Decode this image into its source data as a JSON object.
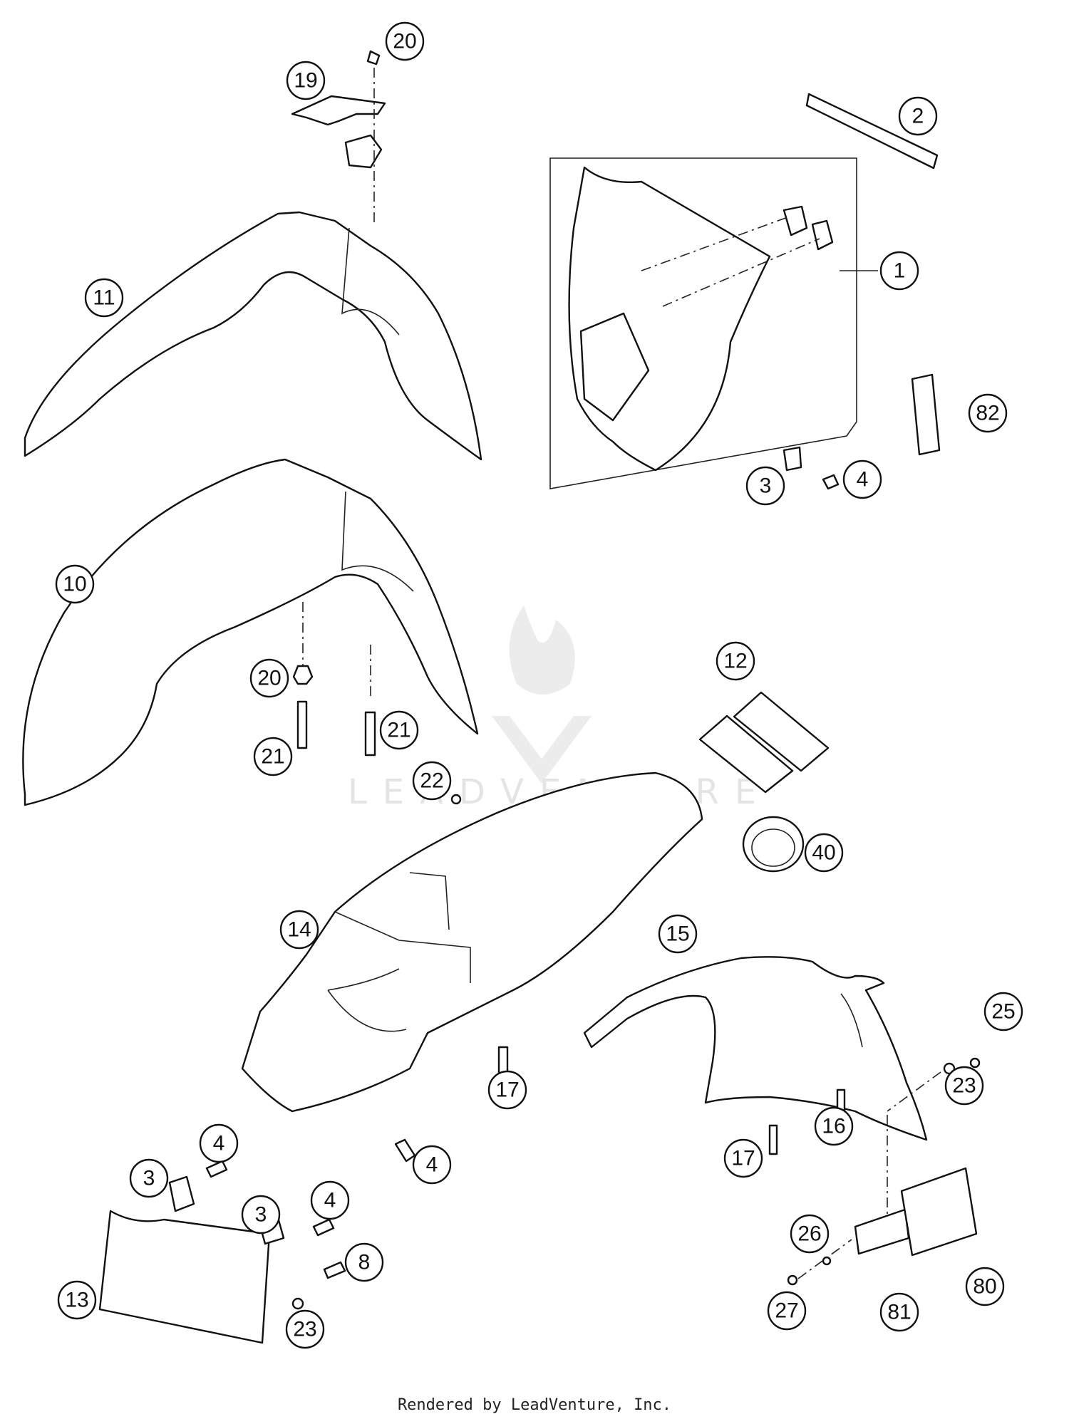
{
  "diagram": {
    "callouts": [
      "20",
      "19",
      "2",
      "11",
      "1",
      "82",
      "3",
      "4",
      "10",
      "12",
      "20",
      "21",
      "21",
      "22",
      "40",
      "14",
      "15",
      "25",
      "17",
      "23",
      "16",
      "17",
      "4",
      "4",
      "3",
      "4",
      "3",
      "26",
      "8",
      "13",
      "23",
      "27",
      "81",
      "80"
    ]
  },
  "watermark": {
    "text": "LEADVENTURE"
  },
  "footer": {
    "text": "Rendered by LeadVenture, Inc."
  }
}
